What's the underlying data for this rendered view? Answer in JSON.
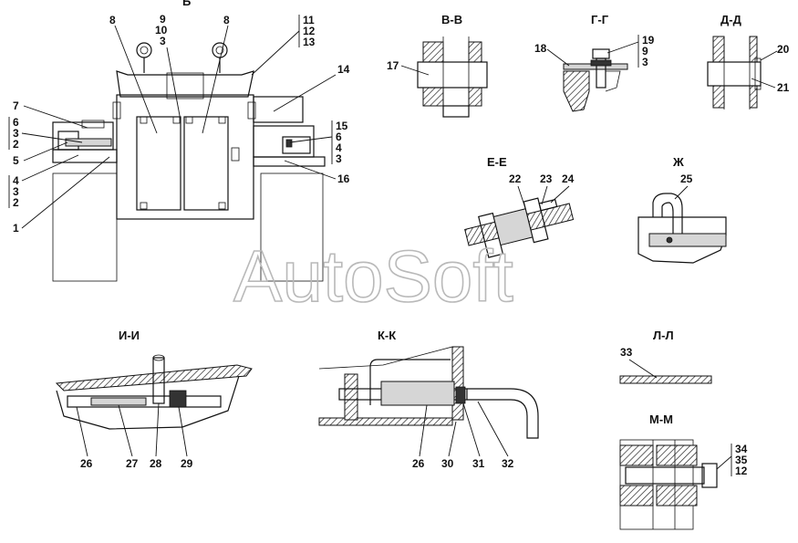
{
  "sections": {
    "b": "Б",
    "v": "В-В",
    "g": "Г-Г",
    "d": "Д-Д",
    "e": "Е-Е",
    "zh": "Ж",
    "i": "И-И",
    "k": "К-К",
    "l": "Л-Л",
    "m": "М-М"
  },
  "watermark": "AutoSoft",
  "callouts": {
    "main": [
      "8",
      "9",
      "10",
      "3",
      "8",
      "11",
      "12",
      "13",
      "14",
      "7",
      "6",
      "3",
      "2",
      "5",
      "4",
      "3",
      "2",
      "1",
      "15",
      "6",
      "4",
      "3",
      "16"
    ],
    "v": [
      "17"
    ],
    "g": [
      "18",
      "19",
      "9",
      "3"
    ],
    "d": [
      "20",
      "21"
    ],
    "e": [
      "22",
      "23",
      "24"
    ],
    "zh": [
      "25"
    ],
    "i": [
      "26",
      "27",
      "28",
      "29"
    ],
    "k": [
      "26",
      "30",
      "31",
      "32"
    ],
    "l": [
      "33"
    ],
    "m": [
      "34",
      "35",
      "12"
    ]
  }
}
